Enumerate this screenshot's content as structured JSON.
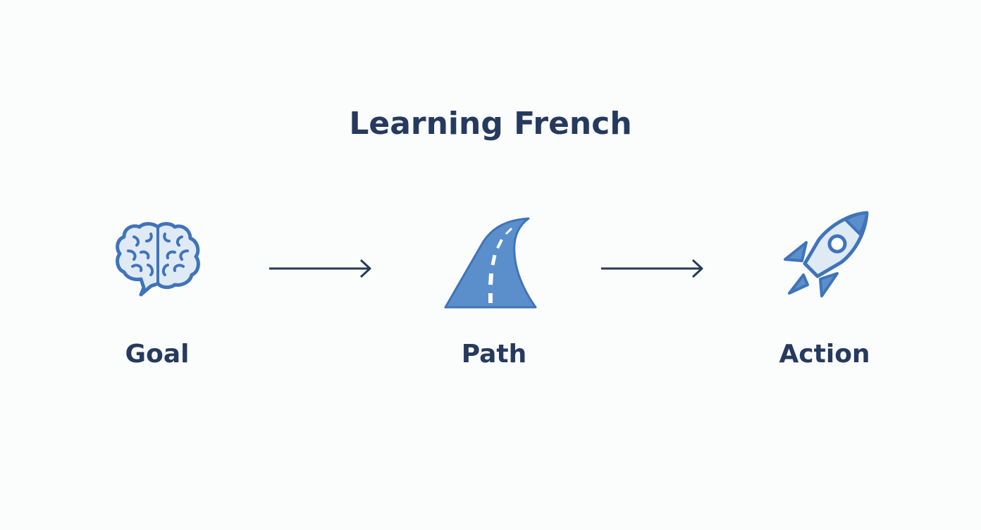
{
  "title": "Learning French",
  "steps": [
    {
      "label": "Goal",
      "icon": "brain-icon"
    },
    {
      "label": "Path",
      "icon": "road-icon"
    },
    {
      "label": "Action",
      "icon": "rocket-icon"
    }
  ],
  "colors": {
    "text": "#253a5e",
    "icon_stroke": "#3f74b8",
    "icon_fill_light": "#dfeaf5",
    "icon_fill_mid": "#5b8fcc",
    "arrow": "#253a5e",
    "background": "#fbfcfc"
  }
}
